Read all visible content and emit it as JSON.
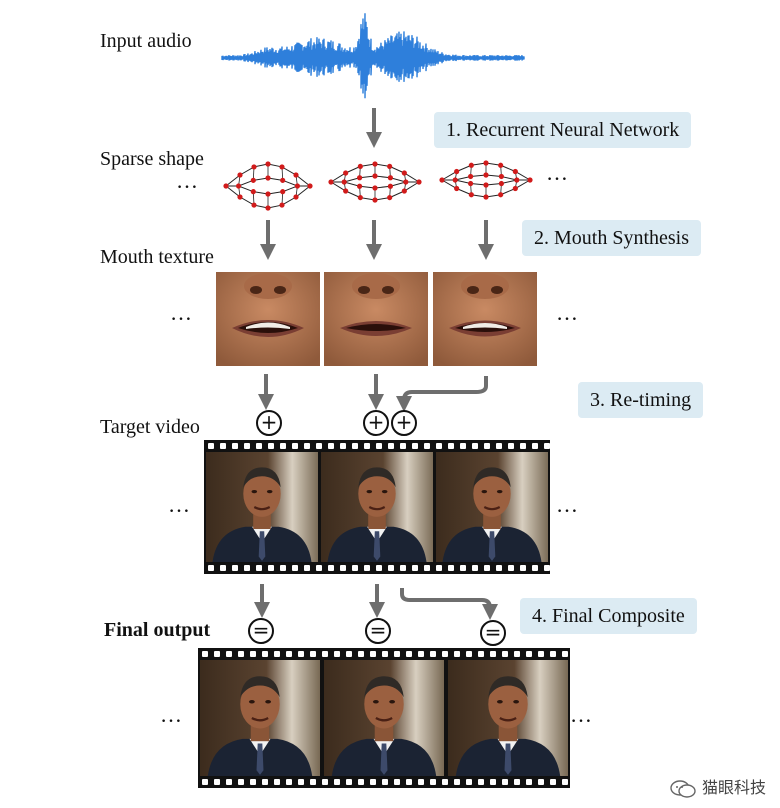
{
  "labels": {
    "input_audio": "Input audio",
    "sparse_shape": "Sparse shape",
    "mouth_texture": "Mouth texture",
    "target_video": "Target video",
    "final_output": "Final output"
  },
  "steps": [
    "1. Recurrent Neural Network",
    "2. Mouth Synthesis",
    "3. Re-timing",
    "4. Final Composite"
  ],
  "ellipsis": "…",
  "symbols": {
    "plus": "+",
    "equals": "="
  },
  "watermark": "猫眼科技",
  "colors": {
    "waveform": "#2e7fdb",
    "arrow": "#6e6e6e",
    "landmark": "#d11b1b",
    "step_bg": "#dcebf3",
    "film": "#111111"
  },
  "icons": [
    "wechat-logo-icon"
  ]
}
